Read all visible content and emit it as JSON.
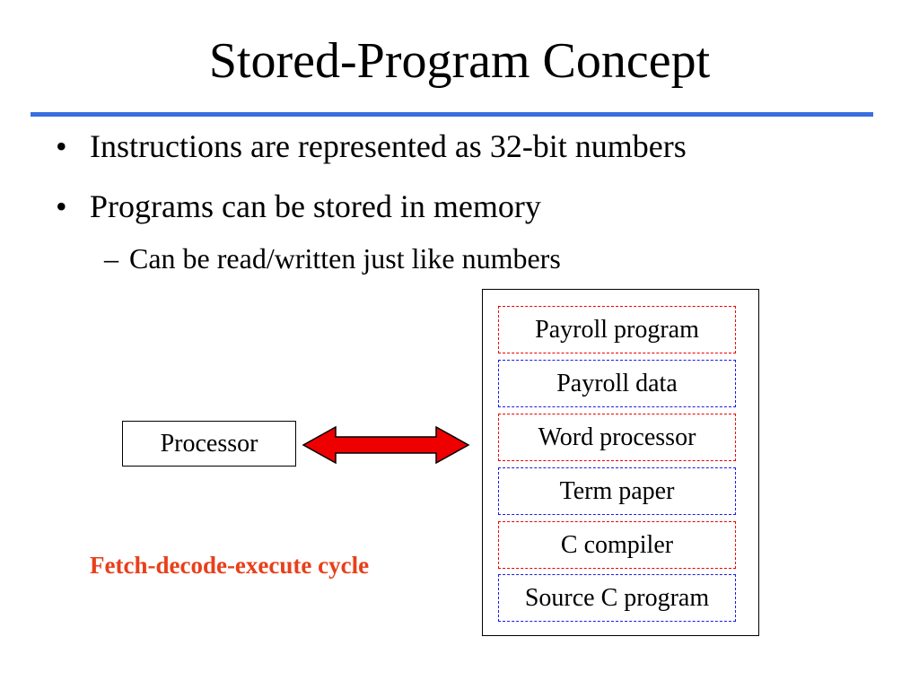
{
  "title": "Stored-Program Concept",
  "bullets": [
    "Instructions are represented as 32-bit numbers",
    "Programs can be stored in memory"
  ],
  "bullet_marker": "•",
  "sub_bullet_marker": "–",
  "sub_bullet": "Can be read/written just like numbers",
  "diagram": {
    "processor_label": "Processor",
    "caption": "Fetch-decode-execute cycle",
    "memory_items": [
      {
        "label": "Payroll program",
        "kind": "program"
      },
      {
        "label": "Payroll data",
        "kind": "data"
      },
      {
        "label": "Word processor",
        "kind": "program"
      },
      {
        "label": "Term paper",
        "kind": "data"
      },
      {
        "label": "C compiler",
        "kind": "program"
      },
      {
        "label": "Source C program",
        "kind": "data"
      }
    ]
  },
  "colors": {
    "title_rule": "#3a6fe0",
    "arrow_fill": "#ee0000",
    "caption": "#e8401a",
    "program_border": "#ee0000",
    "data_border": "#1a1aee"
  }
}
